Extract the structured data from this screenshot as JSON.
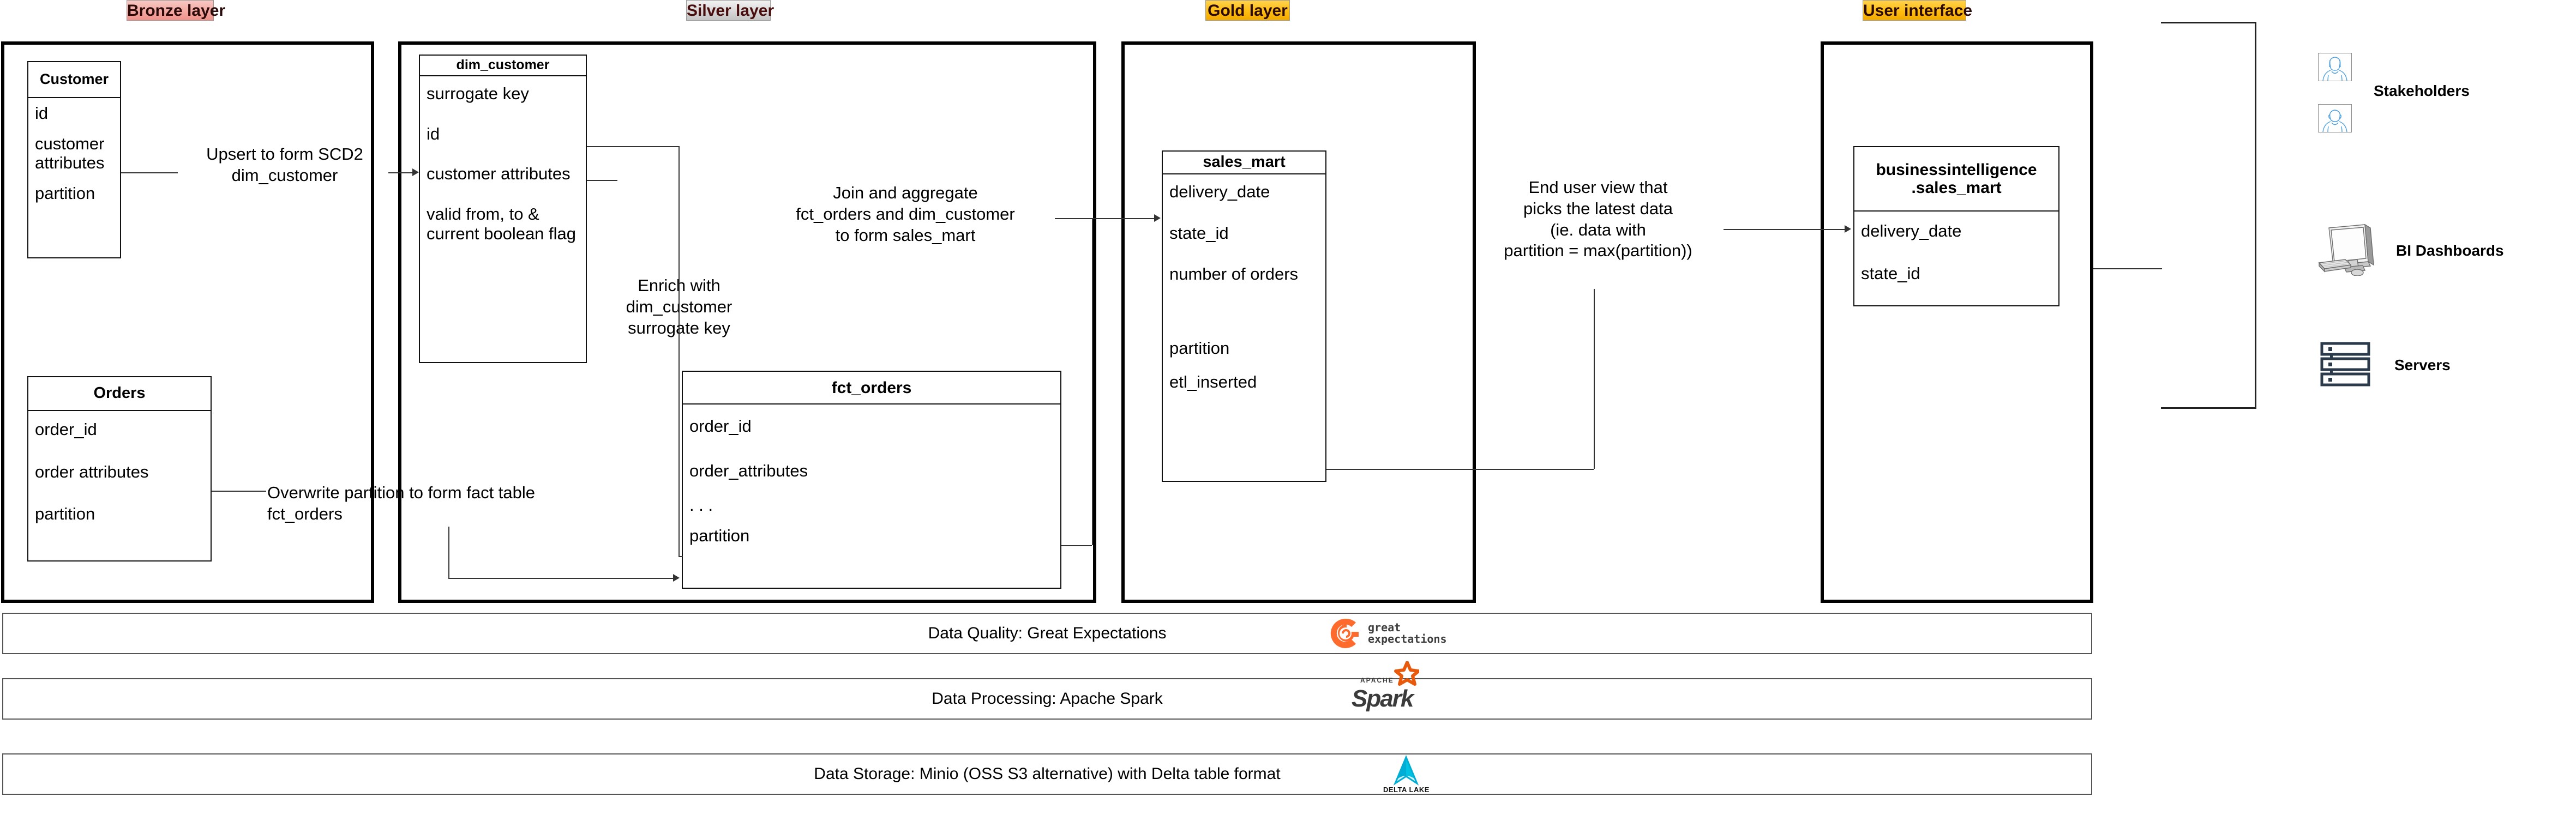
{
  "layers": [
    {
      "id": "bronze",
      "label": "Bronze layer"
    },
    {
      "id": "silver",
      "label": "Silver layer"
    },
    {
      "id": "gold",
      "label": "Gold layer"
    },
    {
      "id": "ui",
      "label": "User interface"
    }
  ],
  "entities": {
    "customer": {
      "title": "Customer",
      "fields": [
        "id",
        "customer\nattributes",
        "partition"
      ]
    },
    "orders": {
      "title": "Orders",
      "fields": [
        "order_id",
        "order attributes",
        "partition"
      ]
    },
    "dim_customer": {
      "title": "dim_customer",
      "fields": [
        "surrogate key",
        "id",
        "customer\nattributes",
        "valid from, to &\ncurrent boolean\nflag"
      ]
    },
    "fct_orders": {
      "title": "fct_orders",
      "fields": [
        "order_id",
        "order_attributes",
        ".              .   .",
        "partition"
      ]
    },
    "sales_mart": {
      "title": "sales_mart",
      "fields": [
        "delivery_date",
        "state_id",
        "number of\norders",
        "partition",
        "etl_inserted"
      ]
    },
    "bi_sales_mart": {
      "title": "businessintelligence\n.sales_mart",
      "fields": [
        "delivery_date",
        "state_id"
      ]
    }
  },
  "annotations": {
    "upsert": "Upsert to form SCD2\ndim_customer",
    "overwrite": "Overwrite partition to form fact table\nfct_orders",
    "enrich": "Enrich with\ndim_customer\nsurrogate key",
    "join": "Join and aggregate\nfct_orders and dim_customer\nto form sales_mart",
    "enduser": "End user view that\npicks the latest data\n(ie. data with\npartition = max(partition))"
  },
  "consumers": [
    {
      "id": "stakeholders",
      "label": "Stakeholders",
      "icon": "user-avatar-icon"
    },
    {
      "id": "bi-dashboards",
      "label": "BI Dashboards",
      "icon": "desktop-monitor-icon"
    },
    {
      "id": "servers",
      "label": "Servers",
      "icon": "server-rack-icon"
    }
  ],
  "stack": [
    {
      "id": "quality",
      "label": "Data Quality: Great Expectations",
      "logo": "great-expectations-logo",
      "logo_text_line1": "great",
      "logo_text_line2": "expectations"
    },
    {
      "id": "processing",
      "label": "Data Processing: Apache Spark",
      "logo": "apache-spark-logo",
      "logo_text_line1": "APACHE",
      "logo_text_line2": "Spark"
    },
    {
      "id": "storage",
      "label": "Data Storage: Minio (OSS S3 alternative) with Delta table format",
      "logo": "delta-lake-logo",
      "logo_text_line1": "",
      "logo_text_line2": "DELTA LAKE"
    }
  ],
  "colors": {
    "bronze": "#ef928a",
    "silver": "#d8d8d8",
    "gold": "#ffbe10",
    "great_expectations_orange": "#FF6B2C",
    "spark_orange": "#E8590C",
    "delta_blue": "#00ADD4",
    "avatar_blue": "#4a9fe0",
    "server_navy": "#2b3a4a"
  }
}
